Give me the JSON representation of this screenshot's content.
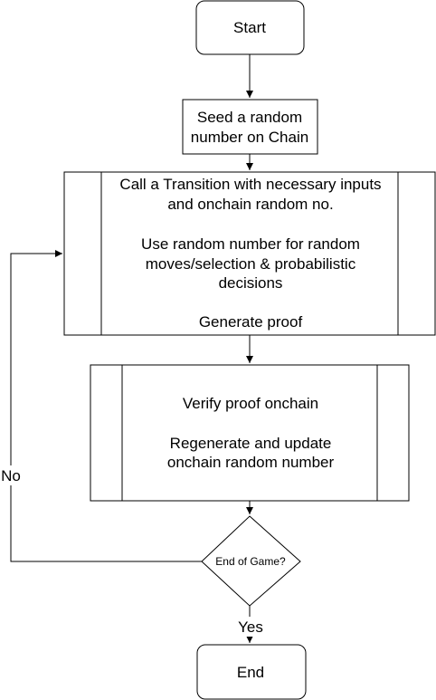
{
  "colors": {
    "stroke": "#000000",
    "fill": "#ffffff",
    "text": "#000000"
  },
  "nodes": {
    "start": {
      "label": "Start"
    },
    "seed": {
      "lines": [
        "Seed a random",
        "number on Chain"
      ]
    },
    "transition": {
      "lines": [
        "Call a Transition with necessary inputs",
        "and onchain random no.",
        "Use random number for random",
        "moves/selection & probabilistic",
        "decisions",
        "Generate proof"
      ]
    },
    "verify": {
      "lines": [
        "Verify proof onchain",
        "Regenerate and update",
        "onchain random number"
      ]
    },
    "decision": {
      "label": "End of Game?"
    },
    "end": {
      "label": "End"
    }
  },
  "edges": {
    "no_label": "No",
    "yes_label": "Yes"
  }
}
